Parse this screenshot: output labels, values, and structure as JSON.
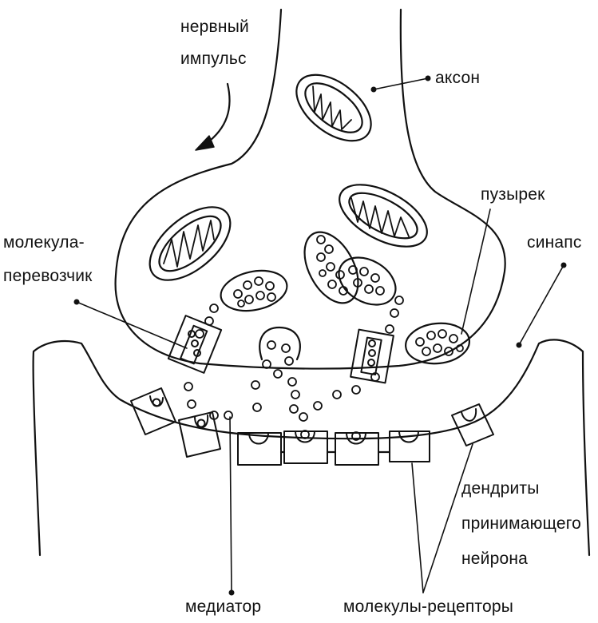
{
  "colors": {
    "ink": "#111111",
    "background": "#ffffff"
  },
  "labels": {
    "impulse_line1": "нервный",
    "impulse_line2": "импульс",
    "axon": "аксон",
    "vesicle": "пузырек",
    "transporter_line1": "молекула-",
    "transporter_line2": "перевозчик",
    "synapse": "синапс",
    "dendrites_line1": "дендриты",
    "dendrites_line2": "принимающего",
    "dendrites_line3": "нейрона",
    "mediator": "медиатор",
    "receptors": "молекулы-рецепторы"
  }
}
